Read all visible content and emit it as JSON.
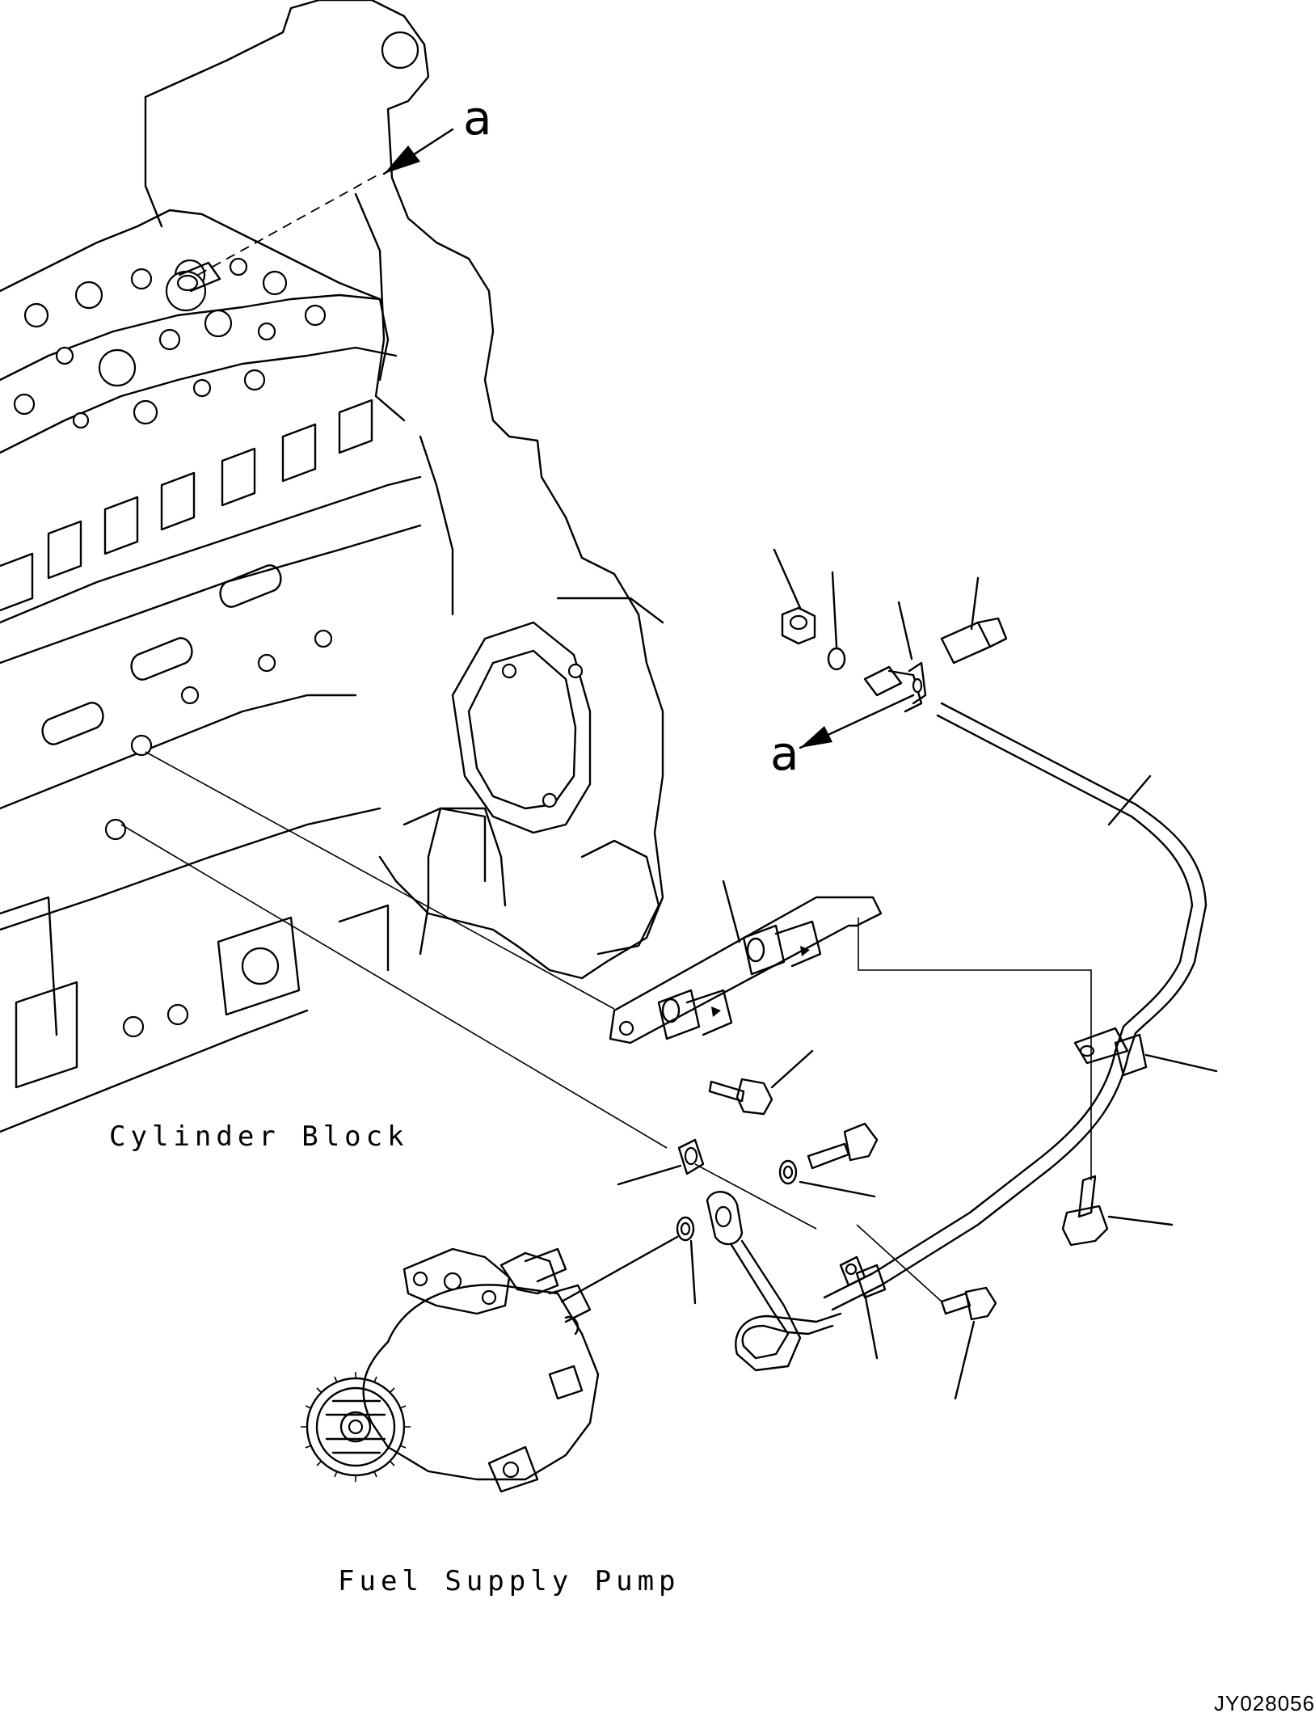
{
  "labels": {
    "cylinder_block": "Cylinder Block",
    "fuel_supply_pump": "Fuel Supply Pump",
    "view_ref_top": "a",
    "view_ref_mid": "a",
    "drawing_code": "JY028056"
  },
  "icons": {
    "arrow": "arrow-icon"
  }
}
